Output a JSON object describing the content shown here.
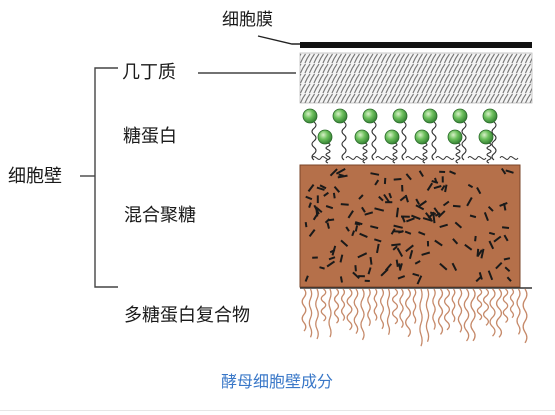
{
  "labels": {
    "membrane": "细胞膜",
    "chitin": "几丁质",
    "mannoprotein": "糖蛋白",
    "glucan": "混合聚糖",
    "cell_wall": "细胞壁",
    "glycoprotein_complex": "多糖蛋白复合物"
  },
  "caption": "酵母细胞壁成分",
  "colors": {
    "caption": "#3a78c8",
    "glucan_fill": "#b5704a",
    "protein_ball": "#4fa84a",
    "membrane": "#111111",
    "fringe": "#c68a6a"
  }
}
